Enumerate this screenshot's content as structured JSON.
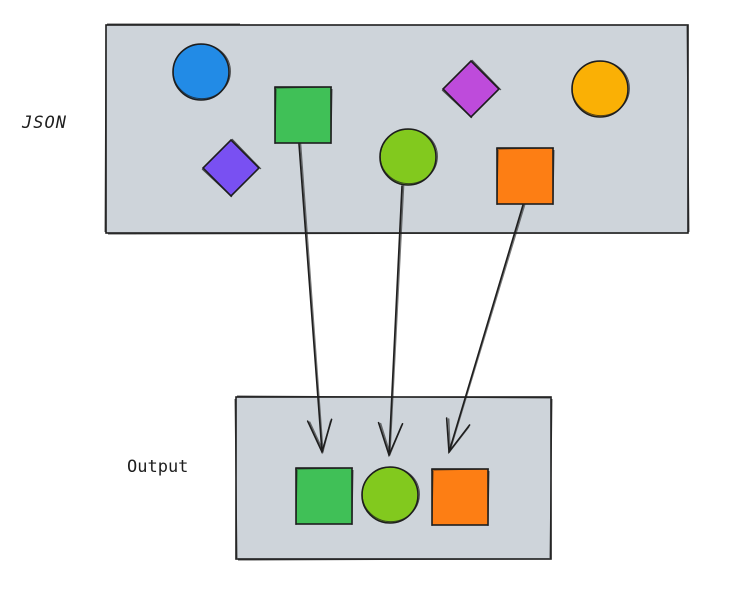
{
  "diagram": {
    "style": "hand-drawn sketch",
    "background": "#ffffff",
    "container_fill": "#ced4da",
    "stroke_color": "#1e1e1e",
    "groups": [
      {
        "id": "json",
        "label": "JSON",
        "shapes": [
          {
            "id": "blue-circle",
            "type": "circle",
            "color": "#228be6"
          },
          {
            "id": "green-square",
            "type": "square",
            "color": "#40c057"
          },
          {
            "id": "purple-diamond",
            "type": "diamond",
            "color": "#7950f2"
          },
          {
            "id": "lime-circle",
            "type": "circle",
            "color": "#82c91e"
          },
          {
            "id": "magenta-diamond",
            "type": "diamond",
            "color": "#be4bdb"
          },
          {
            "id": "yellow-circle",
            "type": "circle",
            "color": "#fab005"
          },
          {
            "id": "orange-square",
            "type": "square",
            "color": "#fd7e14"
          }
        ]
      },
      {
        "id": "output",
        "label": "Output",
        "shapes": [
          {
            "id": "out-green-square",
            "type": "square",
            "color": "#40c057"
          },
          {
            "id": "out-lime-circle",
            "type": "circle",
            "color": "#82c91e"
          },
          {
            "id": "out-orange-square",
            "type": "square",
            "color": "#fd7e14"
          }
        ]
      }
    ],
    "connections": [
      {
        "from": "green-square",
        "to": "out-green-square"
      },
      {
        "from": "lime-circle",
        "to": "out-lime-circle"
      },
      {
        "from": "orange-square",
        "to": "out-orange-square"
      }
    ]
  }
}
